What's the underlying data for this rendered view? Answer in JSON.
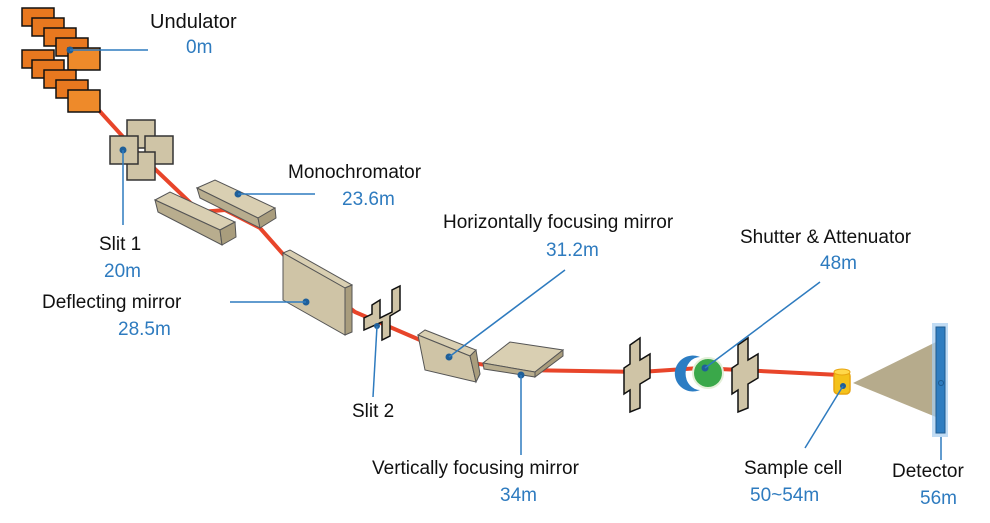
{
  "title": "Beamline layout",
  "colors": {
    "beam": "#e8452a",
    "component": "#cfc4a6",
    "component_dark": "#a99d7d",
    "leader": "#2e7bbf",
    "distance": "#2e7bbf",
    "undulator": "#e8781f",
    "shutter": "#2c7dc3",
    "attenuator": "#3aa84a",
    "sample": "#f4c21a",
    "detector": "#2f7dc0"
  },
  "components": [
    {
      "id": "undulator",
      "name": "Undulator",
      "distance": "0m",
      "icon": "undulator-icon"
    },
    {
      "id": "slit1",
      "name": "Slit 1",
      "distance": "20m",
      "icon": "slit-icon"
    },
    {
      "id": "monochromator",
      "name": "Monochromator",
      "distance": "23.6m",
      "icon": "monochromator-icon"
    },
    {
      "id": "deflecting",
      "name": "Deflecting mirror",
      "distance": "28.5m",
      "icon": "mirror-icon"
    },
    {
      "id": "slit2",
      "name": "Slit 2",
      "distance": "",
      "icon": "slit-icon"
    },
    {
      "id": "hfm",
      "name": "Horizontally focusing mirror",
      "distance": "31.2m",
      "icon": "mirror-icon"
    },
    {
      "id": "vfm",
      "name": "Vertically focusing mirror",
      "distance": "34m",
      "icon": "mirror-icon"
    },
    {
      "id": "shutter",
      "name": "Shutter & Attenuator",
      "distance": "48m",
      "icon": "shutter-icon"
    },
    {
      "id": "sample",
      "name": "Sample cell",
      "distance": "50~54m",
      "icon": "sample-cell-icon"
    },
    {
      "id": "detector",
      "name": "Detector",
      "distance": "56m",
      "icon": "detector-icon"
    }
  ]
}
